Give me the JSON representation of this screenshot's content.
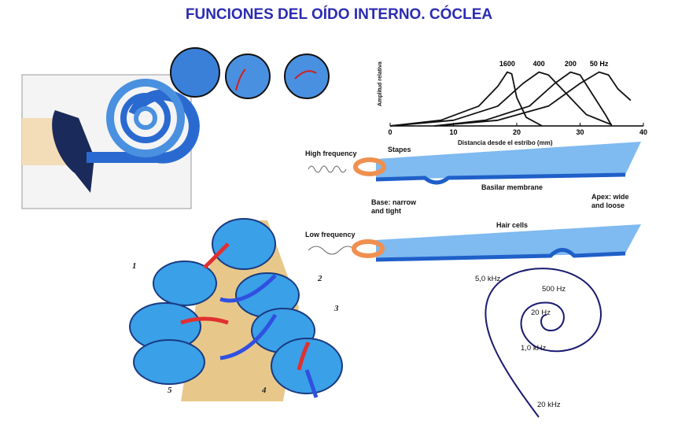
{
  "title": "FUNCIONES DEL OÍDO INTERNO. CÓCLEA",
  "chart_data": {
    "type": "line",
    "title": "",
    "xlabel": "Distancia desde el estribo (mm)",
    "ylabel": "Amplitud relativa",
    "xlim": [
      0,
      40
    ],
    "ylim": [
      0,
      1
    ],
    "xticks": [
      "0",
      "10",
      "20",
      "30",
      "40"
    ],
    "series": [
      {
        "name": "1600",
        "x": [
          0,
          8,
          14,
          17,
          18.5,
          19.2,
          20,
          21.5,
          24
        ],
        "y": [
          0,
          0.1,
          0.35,
          0.7,
          0.95,
          0.92,
          0.5,
          0.15,
          0
        ]
      },
      {
        "name": "400",
        "x": [
          0,
          10,
          17,
          21,
          23.5,
          25,
          28,
          31,
          35
        ],
        "y": [
          0,
          0.1,
          0.35,
          0.75,
          0.95,
          0.9,
          0.55,
          0.2,
          0.02
        ]
      },
      {
        "name": "200",
        "x": [
          7,
          15,
          22,
          26,
          28.5,
          30,
          32,
          34,
          35
        ],
        "y": [
          0,
          0.1,
          0.35,
          0.75,
          0.95,
          0.9,
          0.55,
          0.2,
          0
        ]
      },
      {
        "name": "50 Hz",
        "x": [
          7,
          17,
          25,
          30,
          33,
          34.5,
          36,
          38
        ],
        "y": [
          0,
          0.1,
          0.35,
          0.75,
          0.95,
          0.9,
          0.65,
          0.45
        ]
      }
    ]
  },
  "membrane": {
    "high_frequency": "High frequency",
    "stapes": "Stapes",
    "basilar_membrane": "Basilar membrane",
    "base": "Base: narrow",
    "base2": "and tight",
    "apex": "Apex: wide",
    "apex2": "and loose",
    "hair_cells": "Hair cells",
    "low_frequency": "Low frequency"
  },
  "spiral": [
    "5,0 kHz",
    "500 Hz",
    "20 Hz",
    "1,0 kHz",
    "20 kHz"
  ],
  "section_numbers": [
    "1",
    "2",
    "3",
    "4",
    "5"
  ],
  "colors": {
    "title": "#2b2bb3",
    "membrane": "#7fbaf0",
    "membrane_dark": "#1f5fc8",
    "stapes": "#f09050"
  }
}
